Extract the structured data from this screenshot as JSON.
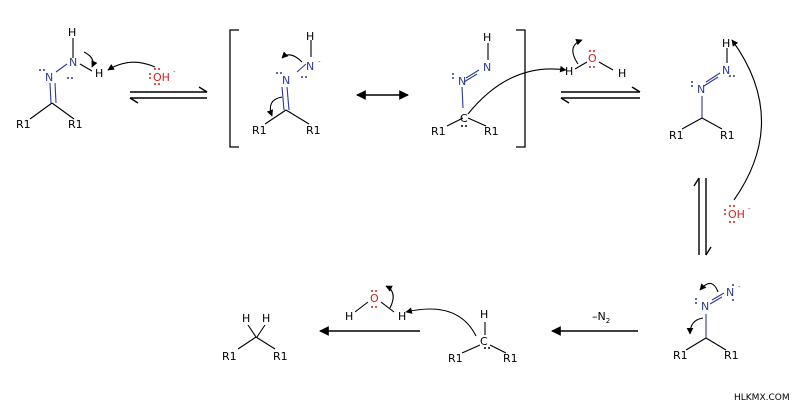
{
  "labels": {
    "r1": "R1",
    "h": "H",
    "n": "N",
    "c": "C",
    "o": "O",
    "oh": "OH",
    "neg": "-",
    "n2_text": "–N",
    "n2_sub": "2",
    "watermark": "HLKMX.COM"
  }
}
